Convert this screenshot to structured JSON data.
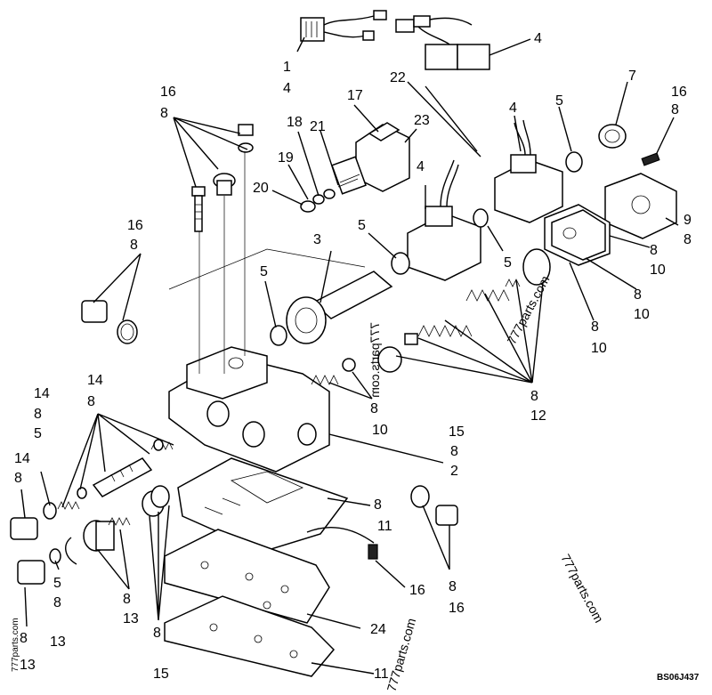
{
  "diagram": {
    "drawing_code": "BS06J437",
    "watermarks": [
      "777parts.com",
      "777parts.com",
      "777parts.com",
      "777parts.com",
      "777parts.com"
    ],
    "callouts": [
      {
        "id": "c1",
        "text": "1"
      },
      {
        "id": "c2",
        "text": "4"
      },
      {
        "id": "c3",
        "text": "4"
      },
      {
        "id": "c4",
        "text": "22"
      },
      {
        "id": "c5",
        "text": "17"
      },
      {
        "id": "c6",
        "text": "23"
      },
      {
        "id": "c7",
        "text": "18"
      },
      {
        "id": "c8",
        "text": "21"
      },
      {
        "id": "c9",
        "text": "19"
      },
      {
        "id": "c10",
        "text": "20"
      },
      {
        "id": "c11",
        "text": "16"
      },
      {
        "id": "c12",
        "text": "8"
      },
      {
        "id": "c13",
        "text": "4"
      },
      {
        "id": "c14",
        "text": "5"
      },
      {
        "id": "c15",
        "text": "7"
      },
      {
        "id": "c16",
        "text": "16"
      },
      {
        "id": "c17",
        "text": "8"
      },
      {
        "id": "c18",
        "text": "4"
      },
      {
        "id": "c19",
        "text": "9"
      },
      {
        "id": "c20",
        "text": "8"
      },
      {
        "id": "c21",
        "text": "8"
      },
      {
        "id": "c22",
        "text": "10"
      },
      {
        "id": "c23",
        "text": "8"
      },
      {
        "id": "c24",
        "text": "10"
      },
      {
        "id": "c25",
        "text": "8"
      },
      {
        "id": "c26",
        "text": "10"
      },
      {
        "id": "c27",
        "text": "16"
      },
      {
        "id": "c28",
        "text": "8"
      },
      {
        "id": "c29",
        "text": "3"
      },
      {
        "id": "c30",
        "text": "5"
      },
      {
        "id": "c31",
        "text": "5"
      },
      {
        "id": "c32",
        "text": "5"
      },
      {
        "id": "c33",
        "text": "8"
      },
      {
        "id": "c34",
        "text": "10"
      },
      {
        "id": "c35",
        "text": "8"
      },
      {
        "id": "c36",
        "text": "12"
      },
      {
        "id": "c37",
        "text": "14"
      },
      {
        "id": "c38",
        "text": "8"
      },
      {
        "id": "c39",
        "text": "14"
      },
      {
        "id": "c40",
        "text": "8"
      },
      {
        "id": "c41",
        "text": "5"
      },
      {
        "id": "c42",
        "text": "14"
      },
      {
        "id": "c43",
        "text": "8"
      },
      {
        "id": "c44",
        "text": "15"
      },
      {
        "id": "c45",
        "text": "8"
      },
      {
        "id": "c46",
        "text": "2"
      },
      {
        "id": "c47",
        "text": "8"
      },
      {
        "id": "c48",
        "text": "11"
      },
      {
        "id": "c49",
        "text": "16"
      },
      {
        "id": "c50",
        "text": "8"
      },
      {
        "id": "c51",
        "text": "16"
      },
      {
        "id": "c52",
        "text": "5"
      },
      {
        "id": "c53",
        "text": "8"
      },
      {
        "id": "c54",
        "text": "13"
      },
      {
        "id": "c55",
        "text": "8"
      },
      {
        "id": "c56",
        "text": "13"
      },
      {
        "id": "c57",
        "text": "8"
      },
      {
        "id": "c58",
        "text": "15"
      },
      {
        "id": "c59",
        "text": "24"
      },
      {
        "id": "c60",
        "text": "11"
      },
      {
        "id": "c61",
        "text": "8"
      },
      {
        "id": "c62",
        "text": "13"
      }
    ]
  }
}
